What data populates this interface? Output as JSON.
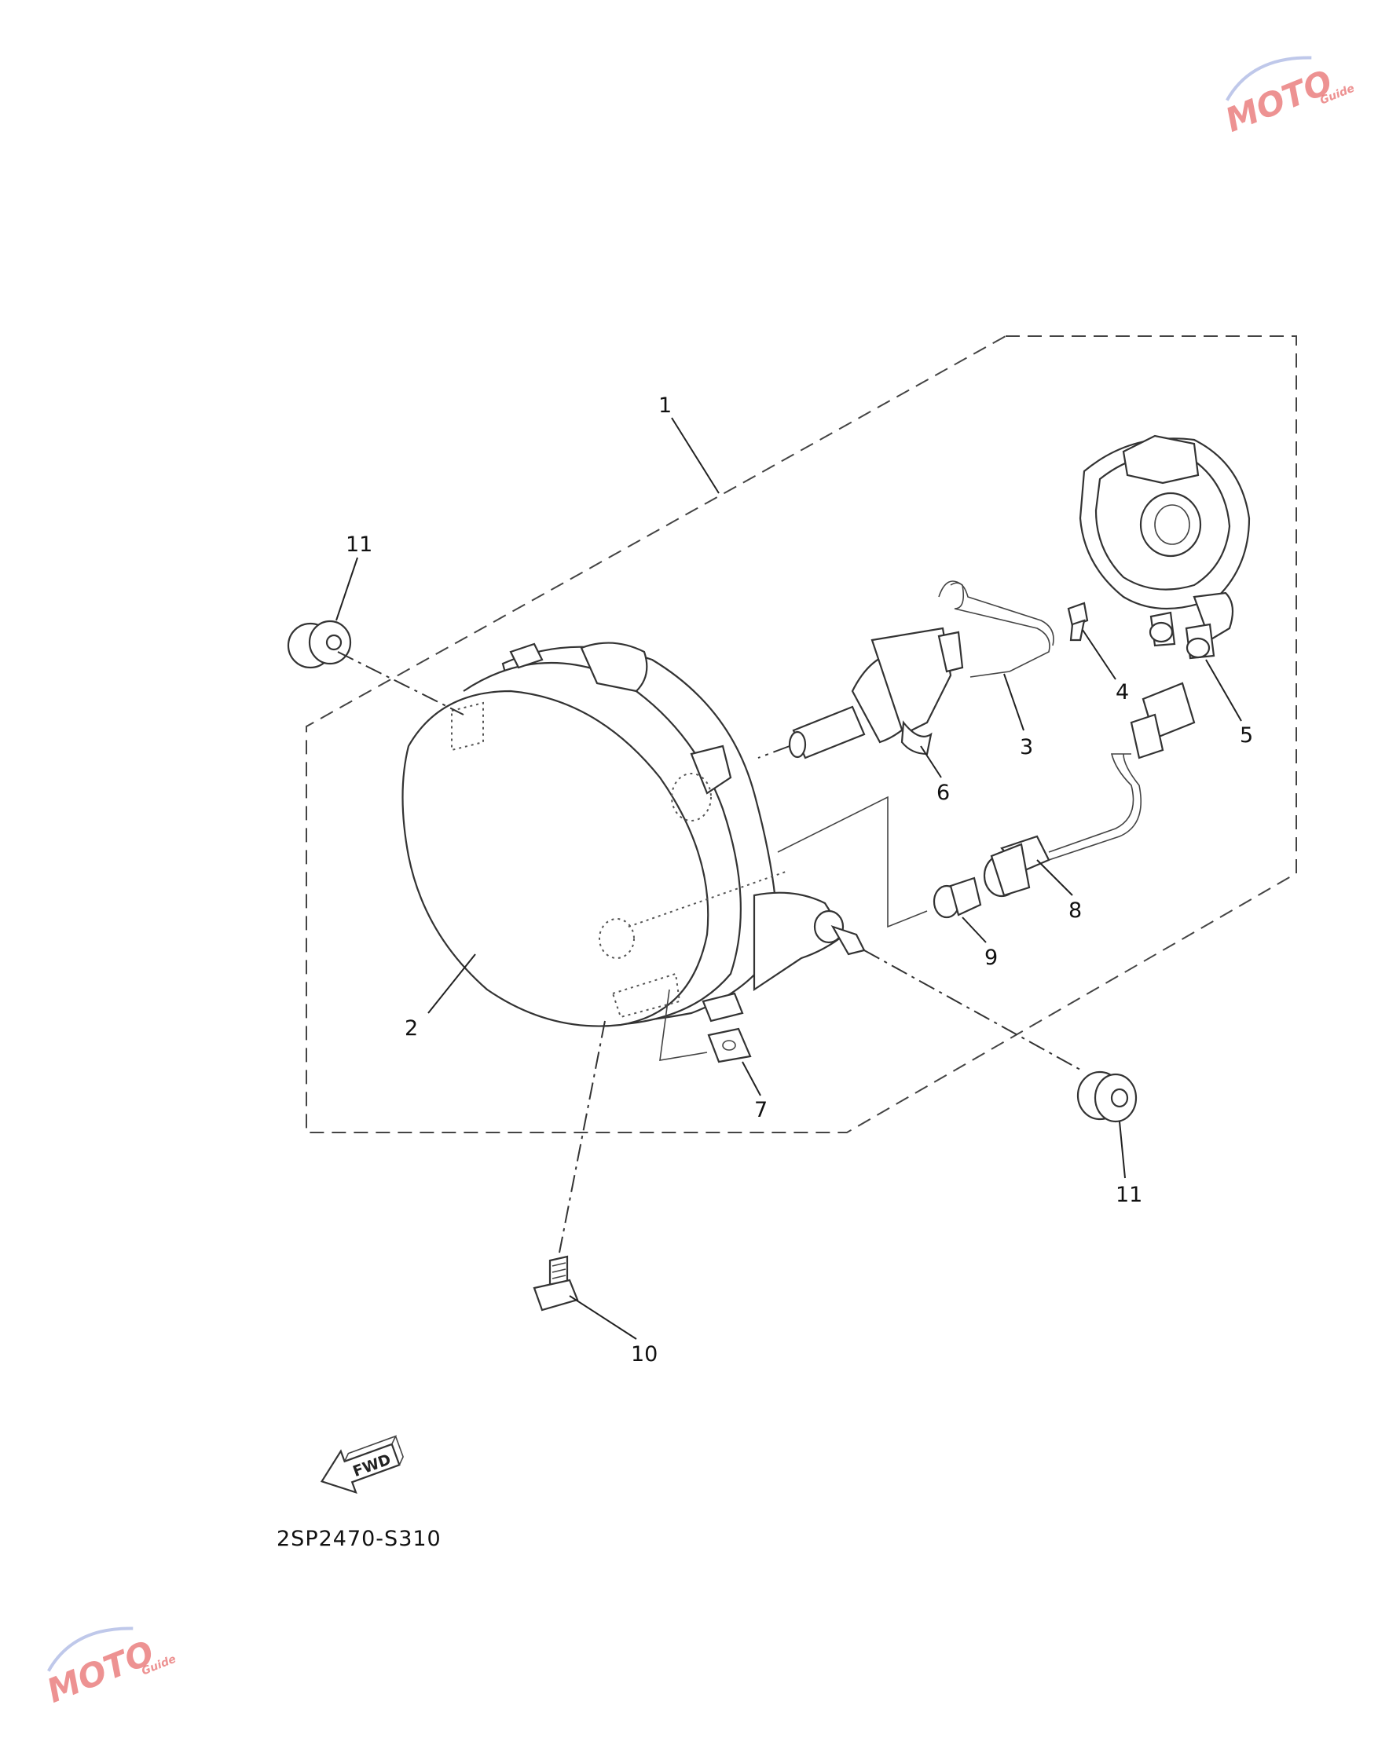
{
  "diagram_code": "2SP2470-S310",
  "fwd_arrow_text": "FWD",
  "watermark": {
    "text": "MOTO",
    "sub": "Guide",
    "color": "#e03a3a"
  },
  "callouts": [
    {
      "id": "c1",
      "label": "1"
    },
    {
      "id": "c2",
      "label": "2"
    },
    {
      "id": "c3",
      "label": "3"
    },
    {
      "id": "c4",
      "label": "4"
    },
    {
      "id": "c5",
      "label": "5"
    },
    {
      "id": "c6",
      "label": "6"
    },
    {
      "id": "c7",
      "label": "7"
    },
    {
      "id": "c8",
      "label": "8"
    },
    {
      "id": "c9",
      "label": "9"
    },
    {
      "id": "c10",
      "label": "10"
    },
    {
      "id": "c11a",
      "label": "11"
    },
    {
      "id": "c11b",
      "label": "11"
    }
  ]
}
